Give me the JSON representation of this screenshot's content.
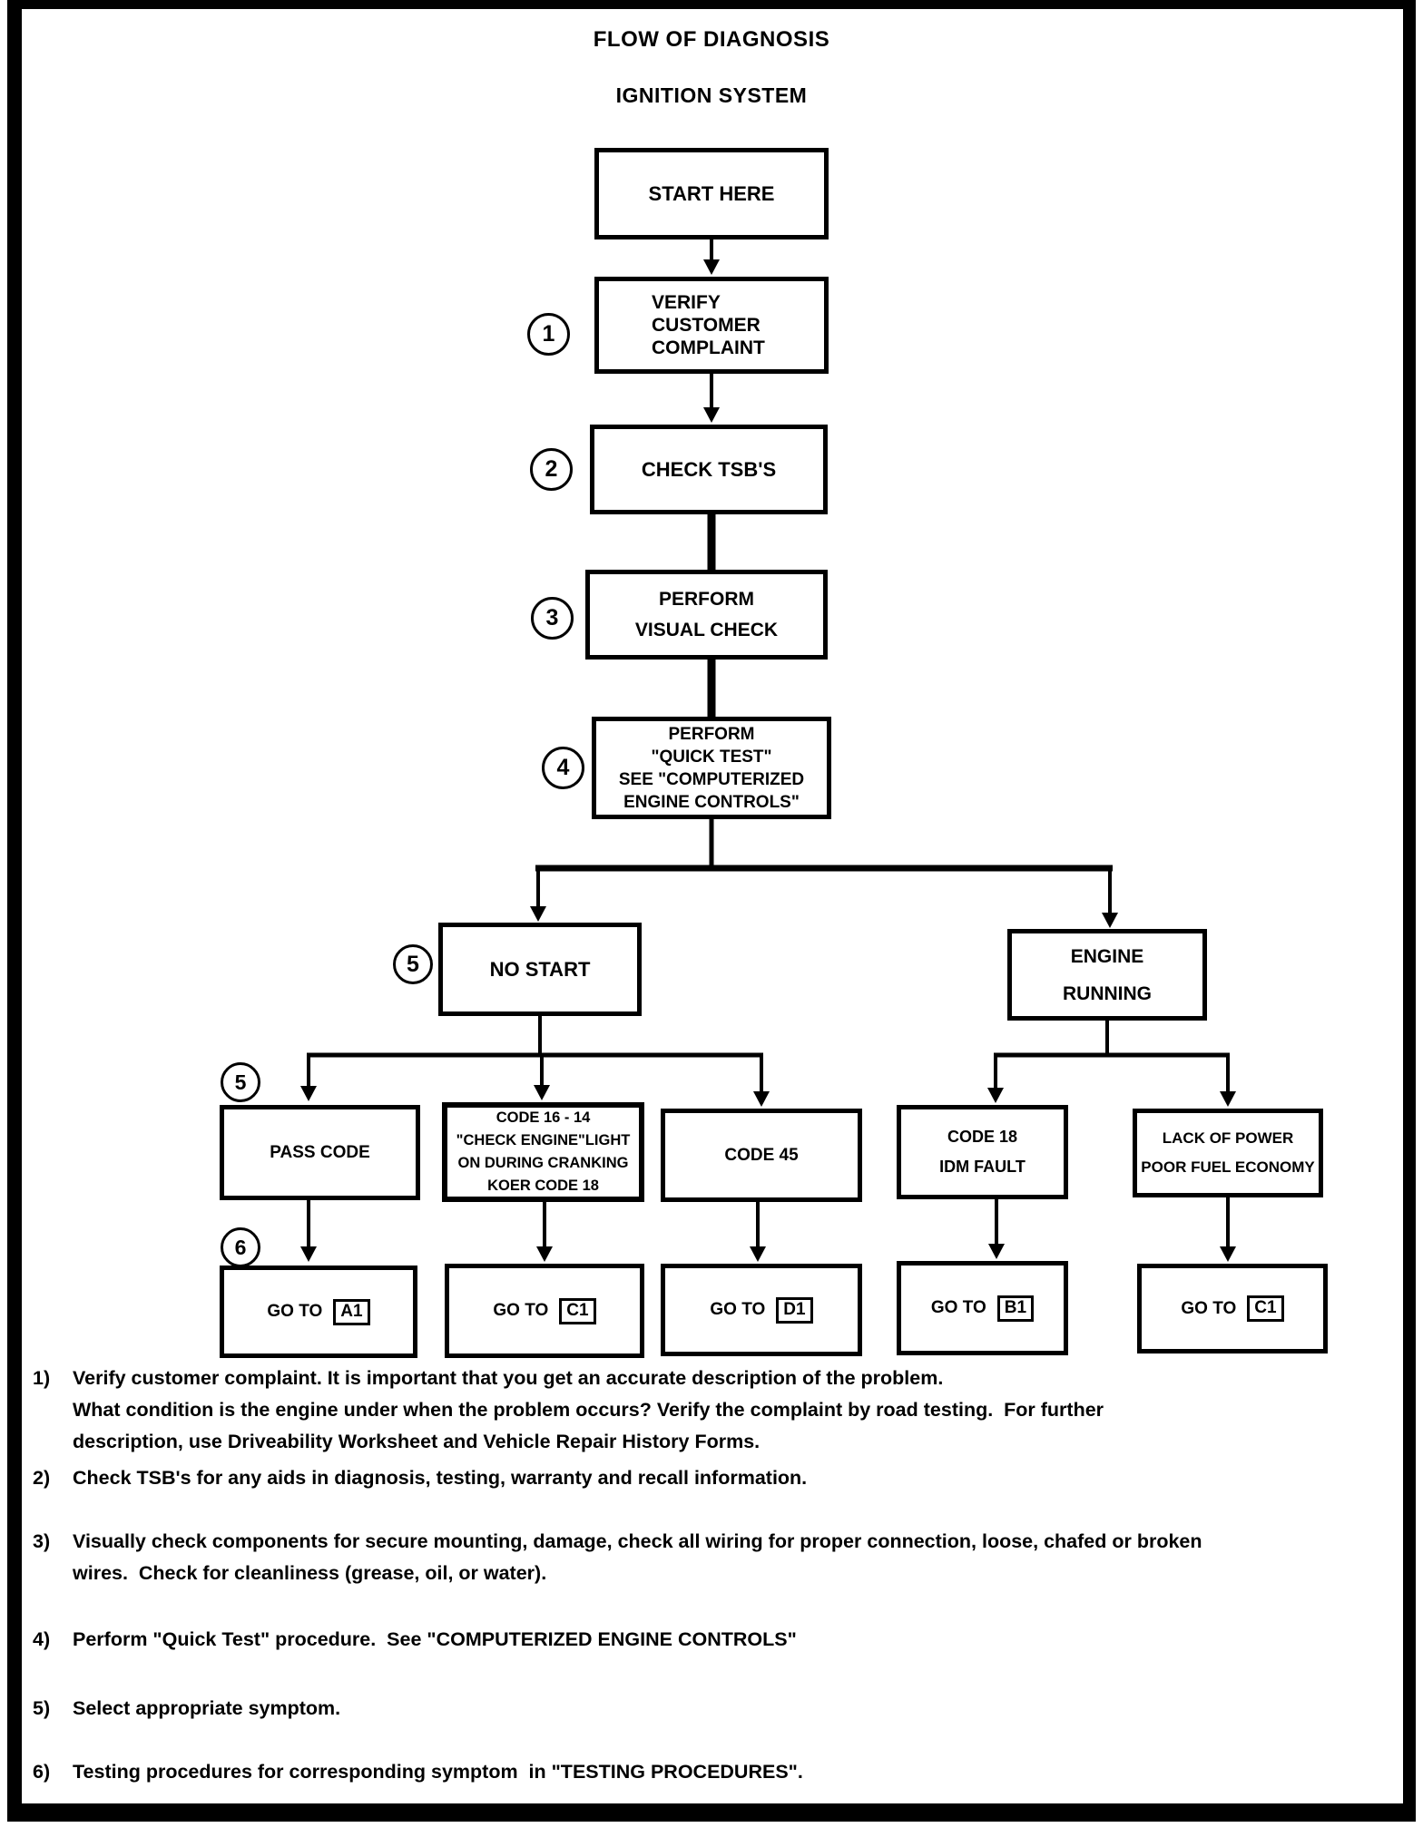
{
  "header": {
    "title": "FLOW OF DIAGNOSIS",
    "subtitle": "IGNITION SYSTEM"
  },
  "flow": {
    "start_label": "START HERE",
    "steps": [
      {
        "num": "1",
        "lines": [
          "VERIFY",
          "CUSTOMER",
          "COMPLAINT"
        ]
      },
      {
        "num": "2",
        "lines": [
          "CHECK TSB'S"
        ]
      },
      {
        "num": "3",
        "lines": [
          "PERFORM",
          "VISUAL CHECK"
        ]
      },
      {
        "num": "4",
        "lines": [
          "PERFORM",
          "\"QUICK TEST\"",
          "SEE \"COMPUTERIZED",
          "ENGINE CONTROLS\""
        ]
      }
    ],
    "branches": [
      {
        "num": "5",
        "lines": [
          "NO START"
        ]
      },
      {
        "lines": [
          "ENGINE",
          "RUNNING"
        ]
      }
    ],
    "symptoms": [
      {
        "num": "5",
        "lines": [
          "PASS CODE"
        ]
      },
      {
        "lines": [
          "CODE 16 - 14",
          "\"CHECK ENGINE\"LIGHT",
          "ON DURING CRANKING",
          "KOER CODE 18"
        ]
      },
      {
        "lines": [
          "CODE 45"
        ]
      },
      {
        "lines": [
          "CODE 18",
          "IDM FAULT"
        ]
      },
      {
        "lines": [
          "LACK OF POWER",
          "POOR FUEL ECONOMY"
        ]
      }
    ],
    "gotos": [
      {
        "num": "6",
        "prefix": "GO TO",
        "target": "A1"
      },
      {
        "prefix": "GO TO",
        "target": "C1"
      },
      {
        "prefix": "GO TO",
        "target": "D1"
      },
      {
        "prefix": "GO TO",
        "target": "B1"
      },
      {
        "prefix": "GO TO",
        "target": "C1"
      }
    ]
  },
  "notes": [
    {
      "num": "1)",
      "text": "Verify customer complaint. It is important that you get an accurate description of the problem.\nWhat condition is the engine under when the problem occurs? Verify the complaint by road testing.  For further\ndescription, use Driveability Worksheet and Vehicle Repair History Forms."
    },
    {
      "num": "2)",
      "text": "Check TSB's for any aids in diagnosis, testing, warranty and recall information."
    },
    {
      "num": "3)",
      "text": "Visually check components for secure mounting, damage, check all wiring for proper connection, loose, chafed or broken\nwires.  Check for cleanliness (grease, oil, or water)."
    },
    {
      "num": "4)",
      "text": "Perform \"Quick Test\" procedure.  See \"COMPUTERIZED ENGINE CONTROLS\""
    },
    {
      "num": "5)",
      "text": "Select appropriate symptom."
    },
    {
      "num": "6)",
      "text": "Testing procedures for corresponding symptom  in \"TESTING PROCEDURES\"."
    }
  ],
  "colors": {
    "ink": "#000000",
    "paper": "#ffffff"
  }
}
